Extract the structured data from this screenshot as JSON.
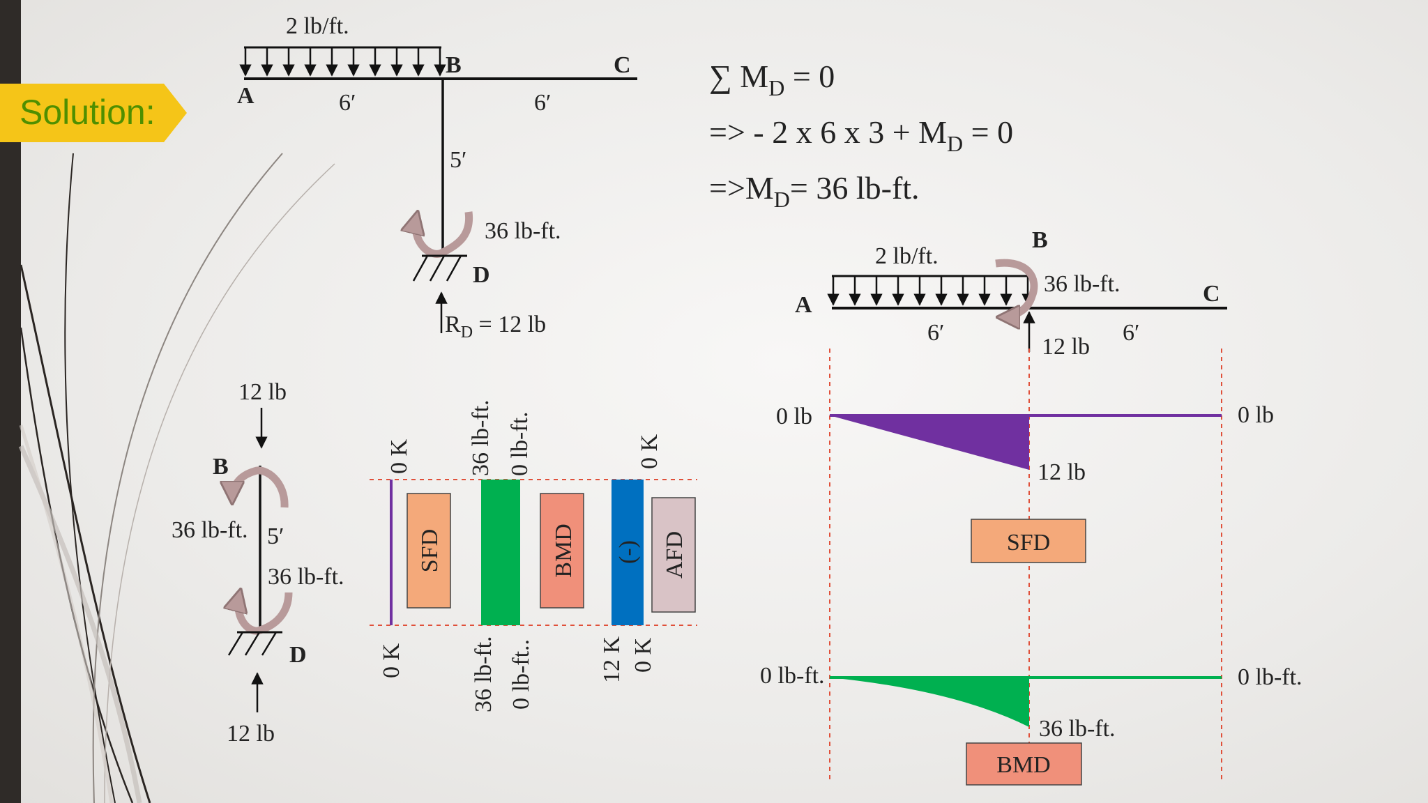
{
  "banner": {
    "label": "Solution:"
  },
  "frame_diagram": {
    "load": "2 lb/ft.",
    "point_a": "A",
    "point_b": "B",
    "point_c": "C",
    "point_d": "D",
    "len_ab": "6′",
    "len_bc": "6′",
    "len_bd": "5′",
    "moment": "36 lb-ft.",
    "reaction_label": "R",
    "reaction_sub": "D",
    "reaction_value": " = 12 lb"
  },
  "equations": {
    "eq1_prefix": "∑ M",
    "eq1_sub": "D",
    "eq1_suffix": " = 0",
    "eq2_prefix": "=> - 2 x 6 x 3 + M",
    "eq2_sub": "D",
    "eq2_suffix": " = 0",
    "eq3_prefix": "=>M",
    "eq3_sub": "D",
    "eq3_suffix": "= 36 lb-ft."
  },
  "column_fbd": {
    "top_force": "12 lb",
    "point_b": "B",
    "moment_b": "36 lb-ft.",
    "length": "5′",
    "moment_d": "36 lb-ft.",
    "point_d": "D",
    "bottom_force": "12 lb"
  },
  "column_diagrams": {
    "sfd_top": "0 K",
    "sfd_bottom": "0 K",
    "sfd_label": "SFD",
    "bmd_top_left": "36 lb-ft.",
    "bmd_top_right": "0 lb-ft.",
    "bmd_bottom_left": "36 lb-ft.",
    "bmd_bottom_right": "0 lb-ft..",
    "bmd_label": "BMD",
    "afd_sign": "(-)",
    "afd_top": "0 K",
    "afd_bottom_left": "12 K",
    "afd_bottom_right": "0 K",
    "afd_label": "AFD"
  },
  "beam_fbd": {
    "point_b": "B",
    "load": "2 lb/ft.",
    "moment": "36 lb-ft.",
    "point_a": "A",
    "point_c": "C",
    "len_ab": "6′",
    "len_bc": "6′",
    "reaction": "12 lb"
  },
  "beam_sfd": {
    "left_value": "0 lb",
    "right_value": "0 lb",
    "min_value": "12 lb",
    "label": "SFD"
  },
  "beam_bmd": {
    "left_value": "0 lb-ft.",
    "right_value": "0 lb-ft.",
    "min_value": "36 lb-ft.",
    "label": "BMD"
  },
  "colors": {
    "banner": "#f5c518",
    "banner_text": "#4f8f00",
    "sidebar": "#2f2b28",
    "moment_arrow": "#b89a9a",
    "sfd_fill": "#7030a0",
    "bmd_fill": "#00b050",
    "afd_fill": "#0070c0",
    "sfd_box": "#f4a97a",
    "bmd_box": "#f0907a",
    "afd_box": "#d9c3c6",
    "dashed": "#e0503a"
  }
}
